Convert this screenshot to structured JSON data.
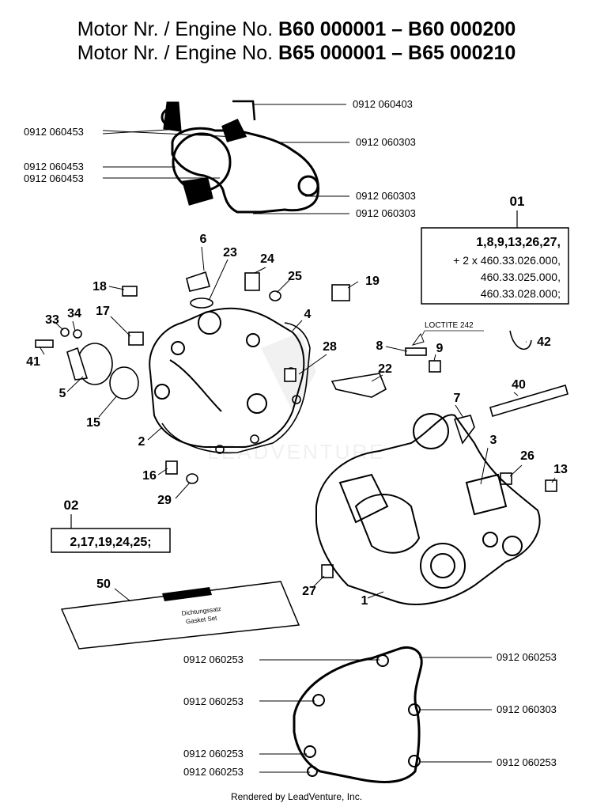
{
  "title": {
    "line1_prefix": "Motor Nr. / Engine No.",
    "line1_range": "B60 000001 – B60 000200",
    "line2_prefix": "Motor Nr. / Engine No.",
    "line2_range": "B65 000001 – B65 000210"
  },
  "callouts": {
    "c0403": "0912 060403",
    "c0453a": "0912 060453",
    "c0453b": "0912 060453",
    "c0453c": "0912 060453",
    "c0303a": "0912 060303",
    "c0303b": "0912 060303",
    "c0303c": "0912 060303",
    "c0253a": "0912 060253",
    "c0253b": "0912 060253",
    "c0253c": "0912 060253",
    "c0253d": "0912 060253",
    "c0253e": "0912 060253",
    "c0253f": "0912 060253",
    "c0303d": "0912 060303"
  },
  "kit01": {
    "number": "01",
    "line1": "1,8,9,13,26,27,",
    "line2": "+ 2 x 460.33.026.000,",
    "line3": "460.33.025.000,",
    "line4": "460.33.028.000;"
  },
  "kit02": {
    "number": "02",
    "line1": "2,17,19,24,25;"
  },
  "loctite": "LOCTITE 242",
  "parts": {
    "p1": "1",
    "p2": "2",
    "p3": "3",
    "p4": "4",
    "p5": "5",
    "p6": "6",
    "p7": "7",
    "p8": "8",
    "p9": "9",
    "p13": "13",
    "p15": "15",
    "p16": "16",
    "p17": "17",
    "p18": "18",
    "p19": "19",
    "p22": "22",
    "p23": "23",
    "p24": "24",
    "p25": "25",
    "p26": "26",
    "p27": "27",
    "p28": "28",
    "p29": "29",
    "p33": "33",
    "p34": "34",
    "p40": "40",
    "p41": "41",
    "p42": "42",
    "p50": "50"
  },
  "gasket_set": {
    "line1": "Dichtungssatz",
    "line2": "Gasket Set"
  },
  "watermark": "LEADVENTURE",
  "footer": "Rendered by LeadVenture, Inc."
}
